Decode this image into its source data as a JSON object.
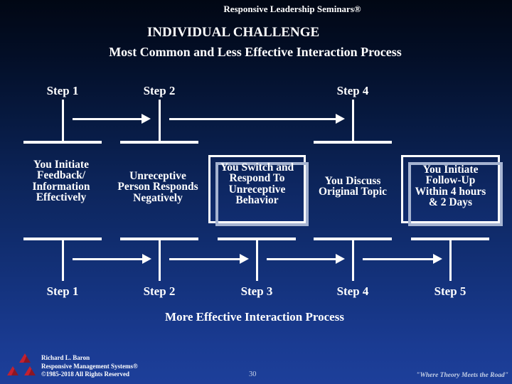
{
  "header": {
    "brand": "Responsive Leadership Seminars®",
    "title": "INDIVIDUAL CHALLENGE",
    "subtitle": "Most Common and Less Effective Interaction Process"
  },
  "top_steps": [
    {
      "label": "Step 1"
    },
    {
      "label": "Step 2"
    },
    {
      "label": "Step 4"
    }
  ],
  "stages": [
    {
      "text": "You Initiate\nFeedback/\nInformation\nEffectively",
      "boxed": false
    },
    {
      "text": "Unreceptive\nPerson Responds\nNegatively",
      "boxed": false
    },
    {
      "text": "You Switch and\nRespond To\nUnreceptive\nBehavior",
      "boxed": true
    },
    {
      "text": "You Discuss\nOriginal Topic",
      "boxed": false
    },
    {
      "text": "You Initiate\nFollow-Up\nWithin 4 hours\n& 2 Days",
      "boxed": true
    }
  ],
  "bottom_steps": [
    {
      "label": "Step 1"
    },
    {
      "label": "Step 2"
    },
    {
      "label": "Step 3"
    },
    {
      "label": "Step 4"
    },
    {
      "label": "Step 5"
    }
  ],
  "bottom_caption": "More Effective Interaction Process",
  "footer": {
    "author": "Richard L. Baron",
    "company": "Responsive Management Systems®",
    "rights": "©1985-2018 All Rights Reserved"
  },
  "page_number": "30",
  "tagline": "\"Where Theory Meets the Road\"",
  "colors": {
    "background_top": "#010714",
    "background_bottom": "#1d3f9a",
    "text": "#ffffff",
    "box_border": "#ffffff",
    "box_shadow_outline": "#a6b4d1",
    "logo_red": "#c22130",
    "logo_dark_red": "#8a1624",
    "muted_text": "#c7d3e8"
  }
}
